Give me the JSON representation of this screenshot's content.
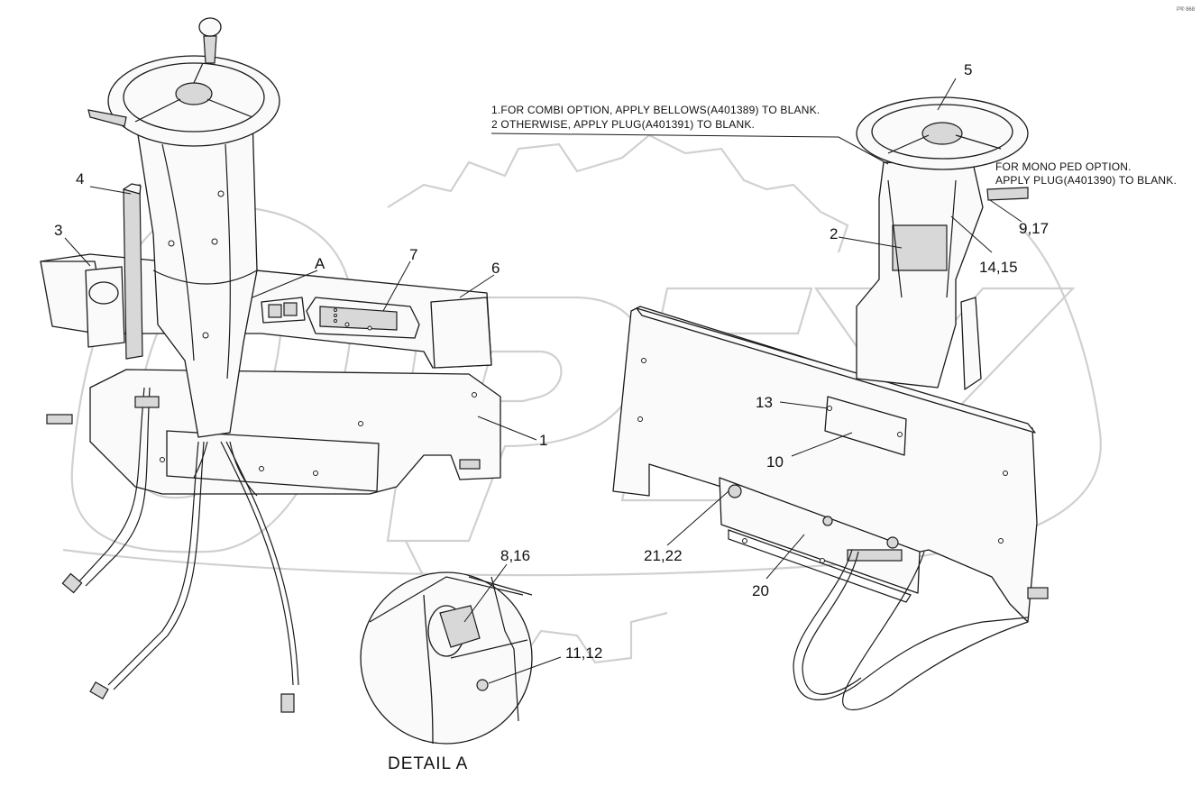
{
  "callouts": {
    "c1": "1",
    "c2": "2",
    "c3": "3",
    "c4": "4",
    "c5": "5",
    "c6": "6",
    "c7": "7",
    "cA": "A",
    "c8_16": "8,16",
    "c9_17": "9,17",
    "c10": "10",
    "c11_12": "11,12",
    "c13": "13",
    "c14_15": "14,15",
    "c20": "20",
    "c21_22": "21,22"
  },
  "notes": {
    "line1": "1.FOR COMBI OPTION, APPLY BELLOWS(A401389) TO BLANK.",
    "line2": "2 OTHERWISE, APPLY PLUG(A401391) TO BLANK.",
    "mono_line1": "FOR MONO PED OPTION.",
    "mono_line2": "APPLY PLUG(A401390) TO BLANK."
  },
  "detail_title": "DETAIL  A",
  "corner_mark": "P® 868",
  "watermark": {
    "text": "OPEX",
    "color": "#d0d0d0"
  }
}
